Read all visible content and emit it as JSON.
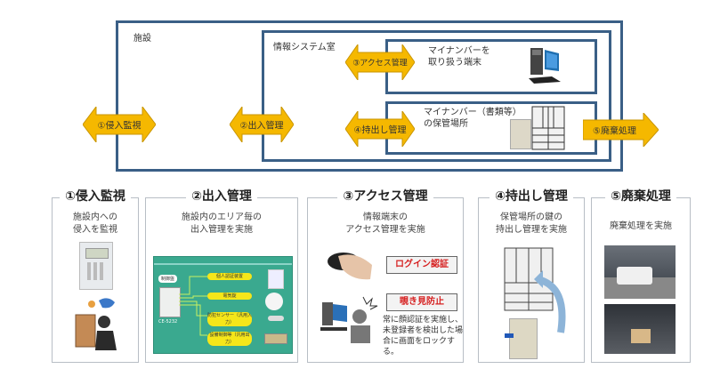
{
  "diagram": {
    "facility_label": "施設",
    "server_room_label": "情報システム室",
    "terminal_box_label": "マイナンバーを\n取り扱う端末",
    "storage_box_label": "マイナンバー（書類等）\nの保管場所",
    "arrows": [
      {
        "id": "intrusion",
        "label": "①侵入監視"
      },
      {
        "id": "entry",
        "label": "②出入管理"
      },
      {
        "id": "access",
        "label": "③アクセス管理"
      },
      {
        "id": "takeout",
        "label": "④持出し管理"
      },
      {
        "id": "disposal",
        "label": "⑤廃棄処理"
      }
    ],
    "colors": {
      "frame": "#3a5f86",
      "arrow": "#f5b800",
      "arrow_border": "#c99500",
      "tag_text": "#d62020",
      "panel_teal": "#3aa98f"
    }
  },
  "panels": [
    {
      "title": "①侵入監視",
      "description": "施設内への\n侵入を監視",
      "images": [
        "alarm-panel",
        "intruder-illustration"
      ]
    },
    {
      "title": "②出入管理",
      "description": "施設内のエリア毎の\n出入管理を実施",
      "system": {
        "controller_label": "制御盤",
        "model": "CE-5232",
        "items": [
          "個人認証装置",
          "電気錠",
          "防犯センサー（汎用入力）",
          "設備制御等（汎用出力）"
        ]
      }
    },
    {
      "title": "③アクセス管理",
      "description": "情報端末の\nアクセス管理を実施",
      "tags": [
        "ログイン認証",
        "覗き見防止"
      ],
      "note": "常に顔認証を実施し、\n未登録者を検出した場\n合に画面をロックする。"
    },
    {
      "title": "④持出し管理",
      "description": "保管場所の鍵の\n持出し管理を実施",
      "images": [
        "cabinet",
        "key-box"
      ]
    },
    {
      "title": "⑤廃棄処理",
      "description": "廃棄処理を実施",
      "images": [
        "disposal-truck-photo",
        "disposal-workers-photo"
      ]
    }
  ]
}
